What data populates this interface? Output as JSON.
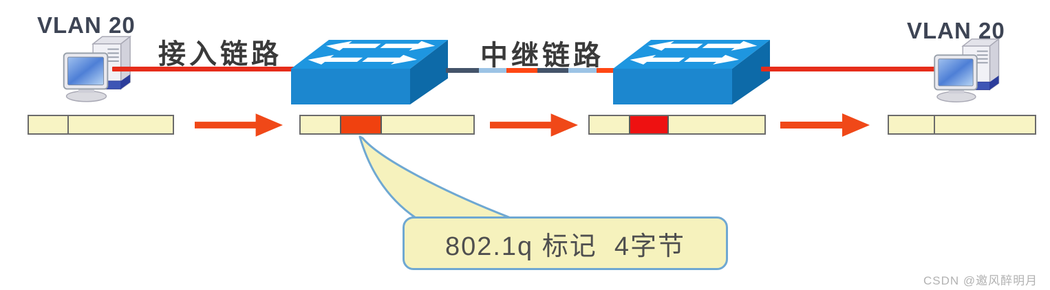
{
  "title": "VLAN 802.1q frame tagging diagram",
  "labels": {
    "vlan_left": "VLAN 20",
    "vlan_right": "VLAN 20",
    "access_link": "接入链路",
    "trunk_link": "中继链路"
  },
  "callout": {
    "text": "802.1q 标记  4字节"
  },
  "watermark": {
    "text": "CSDN @邀风醉明月"
  },
  "icons": {
    "pc_left": "desktop-computer-icon",
    "pc_right": "desktop-computer-icon",
    "switch_left": "ethernet-switch-icon",
    "switch_right": "ethernet-switch-icon",
    "flow_arrows": "right-arrow-icon"
  },
  "links": [
    {
      "id": "access-link-left",
      "type": "access",
      "style": "solid-red"
    },
    {
      "id": "trunk-link",
      "type": "trunk",
      "style": "dashed-dark-blue-orange"
    },
    {
      "id": "access-link-right",
      "type": "access",
      "style": "solid-red"
    }
  ],
  "frames": [
    {
      "id": "frame-host-left",
      "tagged": false,
      "cells": [
        "header",
        "payload"
      ]
    },
    {
      "id": "frame-after-switch1",
      "tagged": true,
      "tag": "802.1q",
      "tag_color": "#f0410f",
      "cells": [
        "header",
        "vlan-tag",
        "payload"
      ]
    },
    {
      "id": "frame-after-switch2",
      "tagged": true,
      "tag": "802.1q",
      "tag_color": "#ee1111",
      "cells": [
        "header",
        "vlan-tag",
        "payload"
      ]
    },
    {
      "id": "frame-host-right",
      "tagged": false,
      "cells": [
        "header",
        "payload"
      ]
    }
  ],
  "colors": {
    "link_red": "#e62d1b",
    "arrow_orange": "#f04818",
    "tag_orange": "#f0410f",
    "tag_red": "#ee1111",
    "frame_fill": "#f8f4c4",
    "frame_border": "#6b6b6b",
    "trunk_dark": "#44546a",
    "trunk_light_blue": "#9cc3e5",
    "trunk_orange": "#ff4714",
    "callout_fill": "#f6f2bd",
    "callout_border": "#6fa8d2",
    "callout_text": "#4f4f4f",
    "switch_top": "#1e96e0",
    "switch_front": "#1c87cf",
    "switch_side": "#0d6aa8",
    "label_dark": "#3a3a3a",
    "vlan_label_color": "#3d4454",
    "watermark_color": "#b2b2b2"
  }
}
